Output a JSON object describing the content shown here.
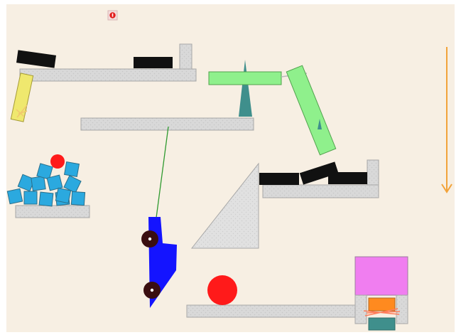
{
  "app": {
    "type": "physics-puzzle-scene",
    "background_color": "#f7efe3"
  },
  "hud": {
    "record_icon": "record-icon",
    "record_icon_color": "#e21b1b"
  },
  "palette": {
    "platform_fill": "#d8d8d8",
    "platform_stroke": "#a7a7a7",
    "black_block": "#111111",
    "green_plank": "#8ff08c",
    "teal": "#3f8f8c",
    "yellow_plank": "#efe86e",
    "blue_block": "#2ba9df",
    "red_ball": "#ff1a1a",
    "blue_car": "#1414ff",
    "wheel": "#3a0e10",
    "pink_block": "#f07ef0",
    "orange_block": "#ff8a1f",
    "gravity_arrow": "#f2a33a",
    "rope_green": "#2f9a2f"
  },
  "objects": {
    "gravity_direction": "down",
    "blue_cube_count": 12,
    "ball_count": 2,
    "wheel_count": 2,
    "black_block_count": 5
  }
}
